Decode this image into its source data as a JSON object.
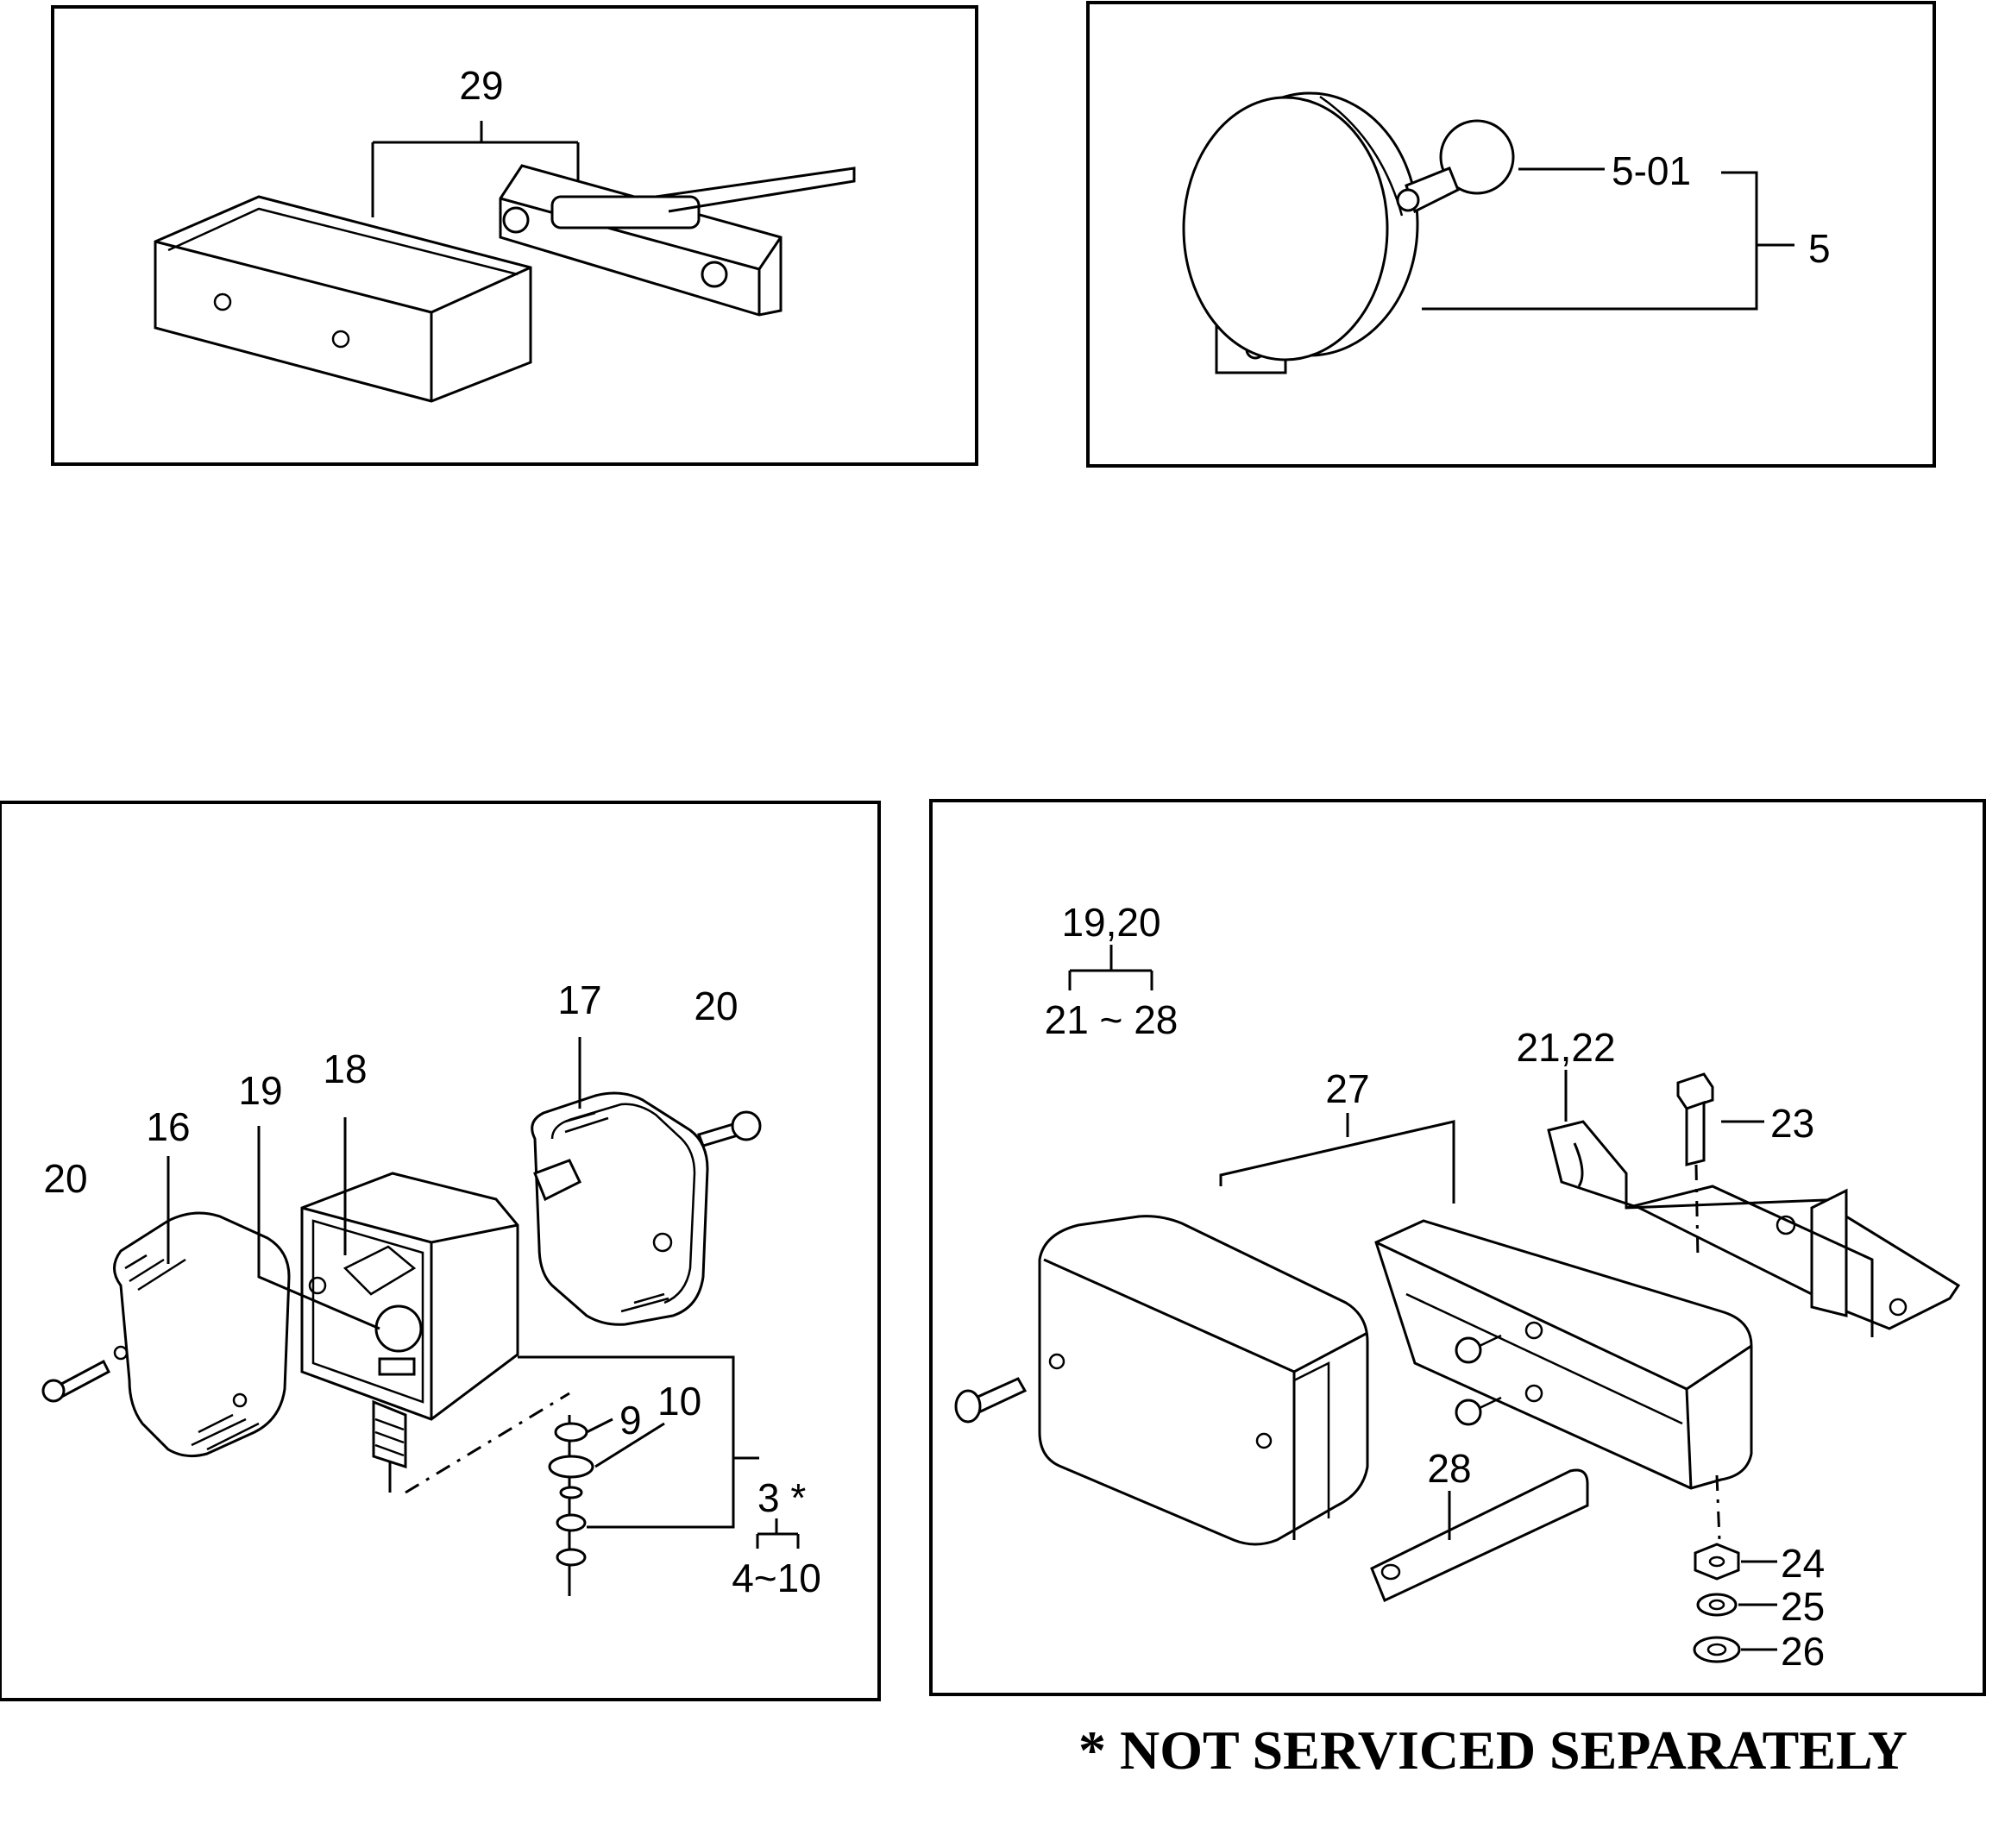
{
  "panels": {
    "top_left": {
      "labels": {
        "p29": "29"
      }
    },
    "top_right": {
      "labels": {
        "p5_01": "5-01",
        "p5": "5"
      }
    },
    "bottom_left": {
      "labels": {
        "p16": "16",
        "p17": "17",
        "p18": "18",
        "p19": "19",
        "p20a": "20",
        "p20b": "20",
        "p9": "9",
        "p10": "10",
        "p3": "3 *",
        "p4_10": "4~10"
      }
    },
    "bottom_right": {
      "labels": {
        "p19_20": "19,20",
        "p21_28": "21 ~ 28",
        "p27": "27",
        "p21_22": "21,22",
        "p23": "23",
        "p28": "28",
        "p24": "24",
        "p25": "25",
        "p26": "26"
      }
    }
  },
  "footnote": "* NOT SERVICED SEPARATELY"
}
